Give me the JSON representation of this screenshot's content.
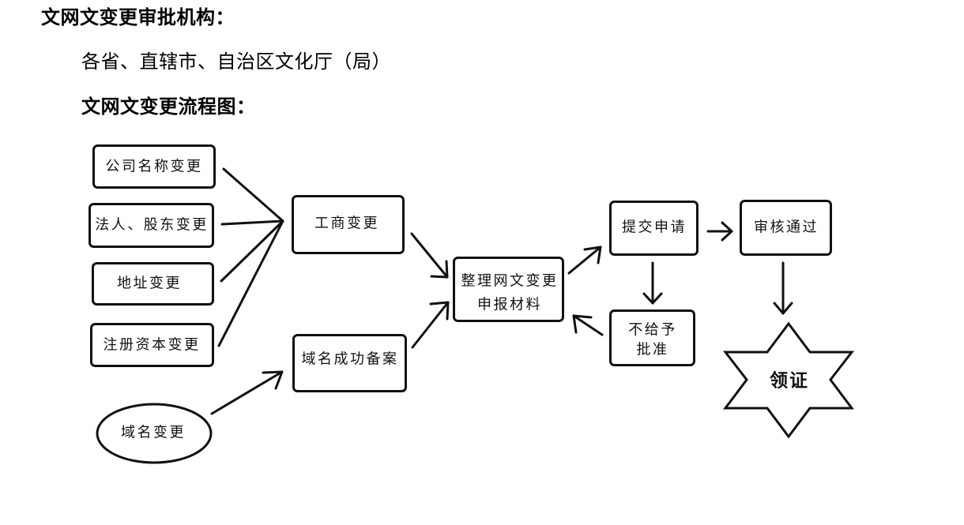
{
  "header": {
    "approval_heading": "文网文变更审批机构：",
    "approval_authority": "各省、直辖市、自治区文化厅（局）",
    "flowchart_heading": "文网文变更流程图："
  },
  "flowchart": {
    "company_name_change": "公司名称变更",
    "legal_rep_shareholder_change": "法人、股东变更",
    "address_change": "地址变更",
    "registered_capital_change": "注册资本变更",
    "business_registration_change": "工商变更",
    "domain_change": "域名变更",
    "domain_filing_success": "域名成功备案",
    "prepare_materials": [
      "整理网文变更",
      "申报材料"
    ],
    "submit_application": "提交申请",
    "approved": "审核通过",
    "not_approved": [
      "不给予",
      "批准"
    ],
    "obtain_license": "领证"
  },
  "colors": {
    "background": "#ffffff",
    "ink": "#111111"
  }
}
